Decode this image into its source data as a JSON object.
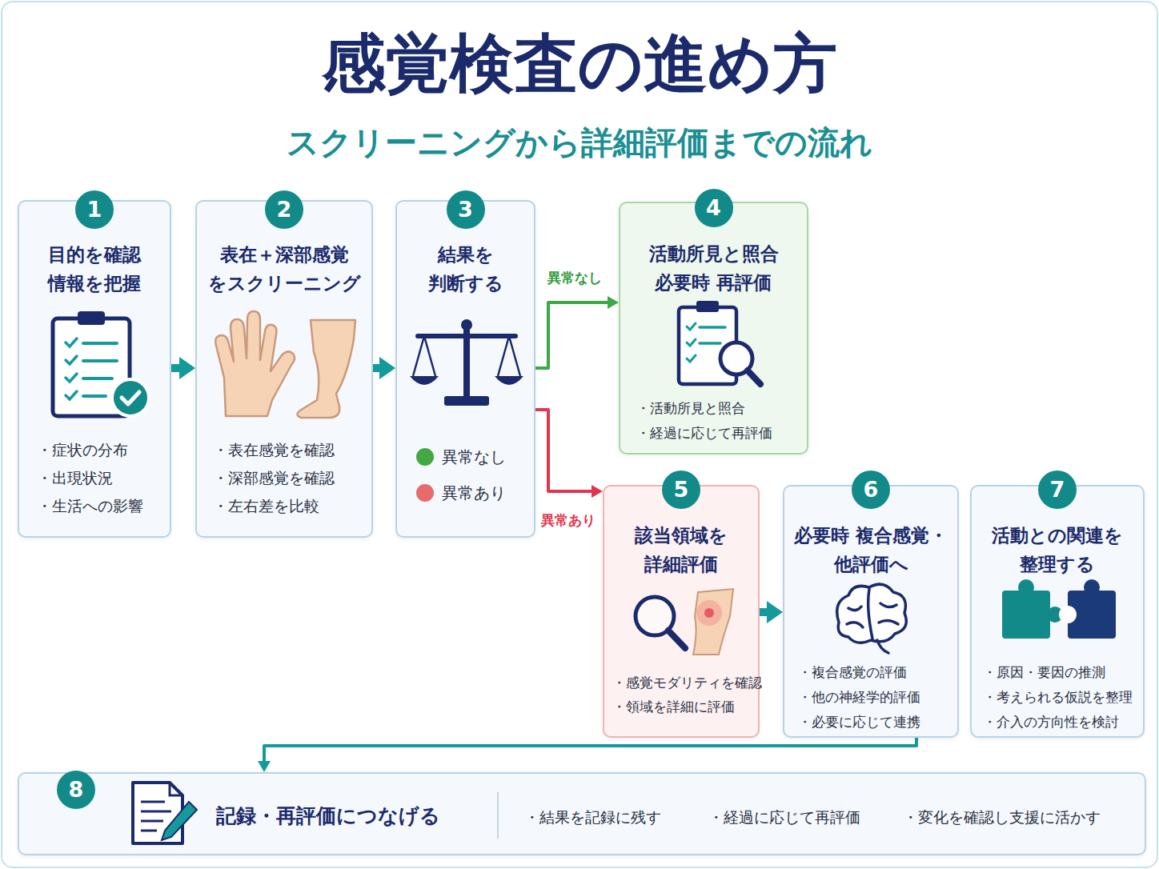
{
  "diagram": {
    "title": "感覚検査の進め方",
    "nodes": [
      {
        "text": [
          "1",
          "目的を確認 情報を把握",
          "・症状の分布",
          "・出現状況",
          "・生活への影響"
        ]
      },
      {
        "text": [
          "2",
          "表在＋深部感覚 をスクリーニング",
          "・表在感覚を確認",
          "・深部感覚を確認",
          "・左右差を比較"
        ]
      },
      {
        "text": [
          "3",
          "結果を 判断する"
        ]
      },
      {
        "text": [
          "4",
          "活動所見と照合 必要時 再評価",
          "・活動所見と照合",
          "・経過に応じて再評価"
        ]
      },
      {
        "text": [
          "5",
          "該当領域を 詳細評価",
          "・感覚モダリティを確認",
          "・領域を詳細に評価"
        ]
      },
      {
        "text": [
          "6",
          "必要時 複合感覚・他評価へ",
          "・複合感覚の評価",
          "・他の神経学的評価",
          "・必要に応じて連携"
        ]
      },
      {
        "text": [
          "7",
          "活動との関連を 整理する",
          "・原因・要因の推測",
          "・考えられる仮説を整理",
          "・介入の方向性を検討"
        ]
      },
      {
        "text": [
          "8",
          "記録・再評価につなげる",
          "・結果を記録に残す",
          "・経過に応じて再評価",
          "・変化を確認し支援に活かす"
        ]
      }
    ],
    "edges": [
      {
        "from": 0,
        "to": 1,
        "arrow": "to"
      },
      {
        "from": 1,
        "to": 2,
        "arrow": "to"
      },
      {
        "from": 2,
        "to": 3,
        "label": "異常なし",
        "arrow": "to"
      },
      {
        "from": 2,
        "to": 4,
        "label": "異常あり",
        "arrow": "to"
      },
      {
        "from": 4,
        "to": 5,
        "arrow": "to"
      },
      {
        "from": 5,
        "to": 7,
        "arrow": "to"
      }
    ],
    "labels": [
      "スクリーニングから詳細評価までの流れ"
    ],
    "legend": [
      {
        "text": "異常なし",
        "color": "#43a843"
      },
      {
        "text": "異常あり",
        "color": "#e86a6a"
      }
    ]
  }
}
